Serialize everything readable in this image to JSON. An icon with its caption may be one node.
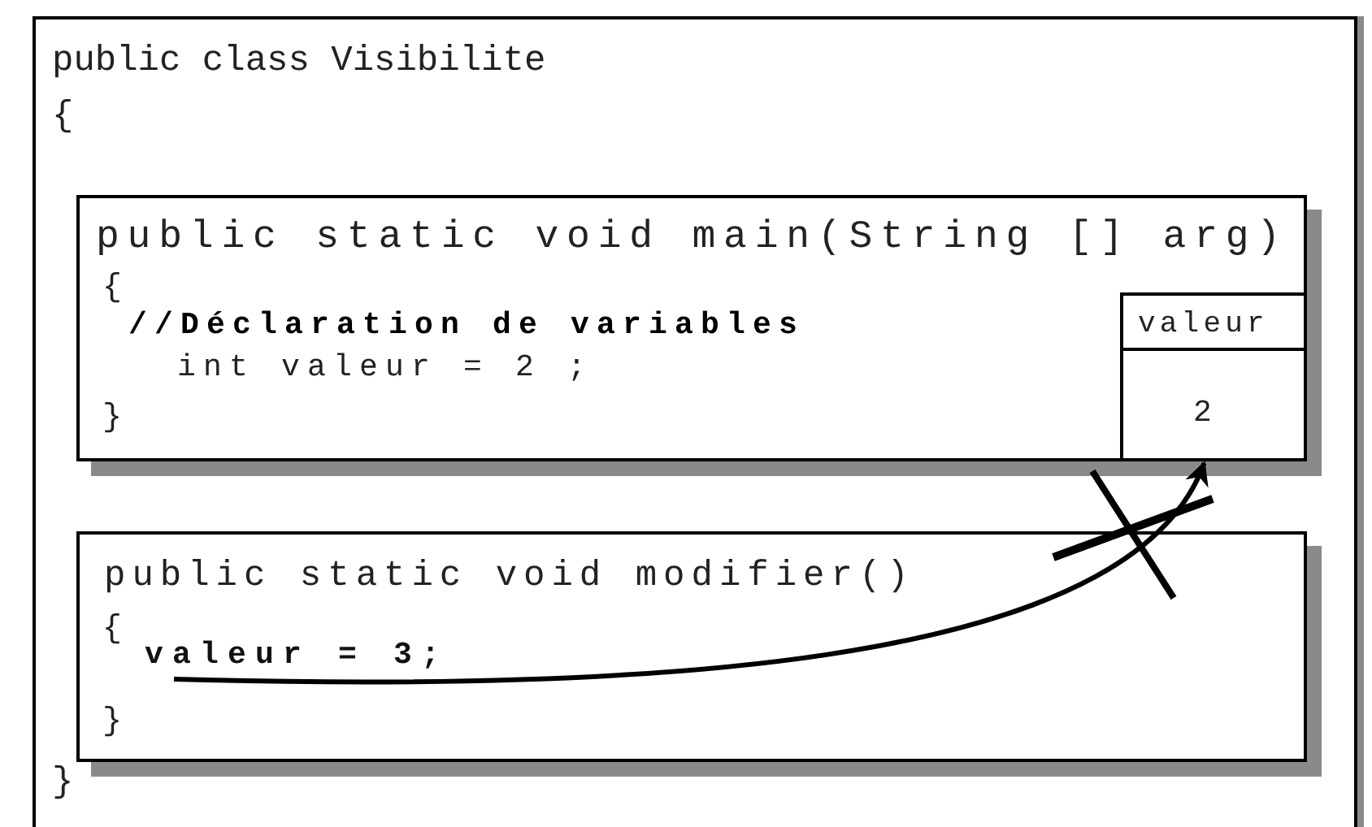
{
  "diagram": {
    "nodes": [
      {
        "text": [
          "public class Visibilite",
          "{",
          "}"
        ]
      },
      {
        "text": [
          "public static void main(String [] arg)",
          "{",
          "//Déclaration de variables",
          "int valeur = 2 ;",
          "}"
        ],
        "in": 0
      },
      {
        "text": [
          "valeur",
          "2"
        ],
        "in": 1
      },
      {
        "text": [
          "public static void modifier()",
          "{",
          "}"
        ],
        "in": 0
      },
      {
        "text": [
          "valeur = 3;"
        ],
        "in": 3
      }
    ],
    "edges": [
      {
        "from": 4,
        "to": 2,
        "arrow": "to"
      }
    ]
  }
}
